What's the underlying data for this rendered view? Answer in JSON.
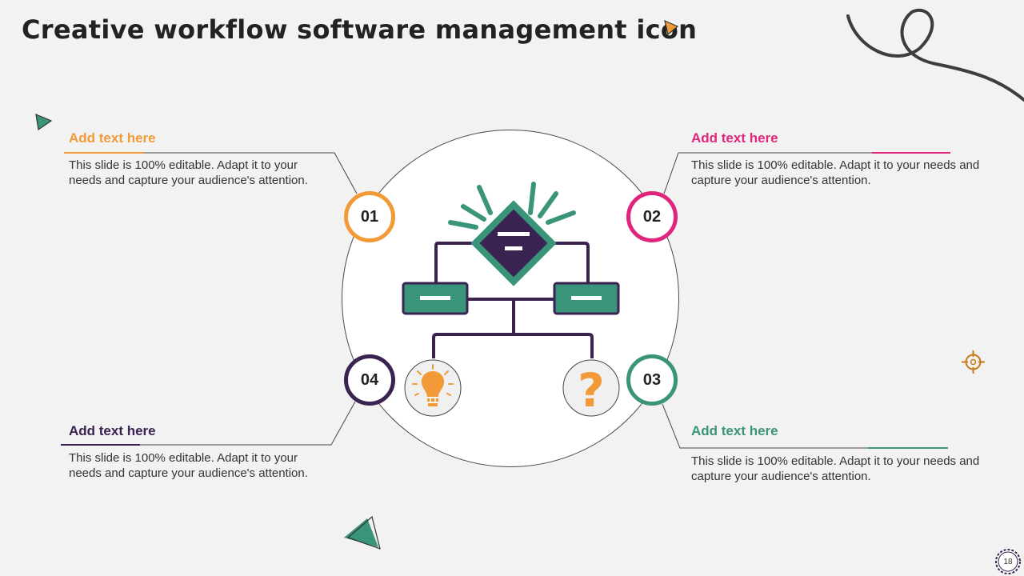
{
  "title": "Creative workflow software management icon",
  "colors": {
    "orange": "#f29a38",
    "pink": "#e0267c",
    "teal": "#3a9479",
    "purple": "#3a2251",
    "dark": "#222222"
  },
  "items": [
    {
      "number": "01",
      "heading": "Add text here",
      "body": "This slide is 100% editable. Adapt it to your needs and capture your audience's attention."
    },
    {
      "number": "02",
      "heading": "Add text here",
      "body": "This slide is 100% editable. Adapt it to your needs and capture your audience's attention."
    },
    {
      "number": "03",
      "heading": "Add text here",
      "body": "This slide is 100% editable. Adapt it to your needs and capture your audience's attention."
    },
    {
      "number": "04",
      "heading": "Add text here",
      "body": "This slide is 100% editable. Adapt it to your needs and capture your audience's attention."
    }
  ],
  "icons": {
    "center": "workflow-diagram-icon",
    "idea": "lightbulb-icon",
    "question": "question-mark-icon"
  },
  "question_glyph": "?",
  "page_number": "18"
}
